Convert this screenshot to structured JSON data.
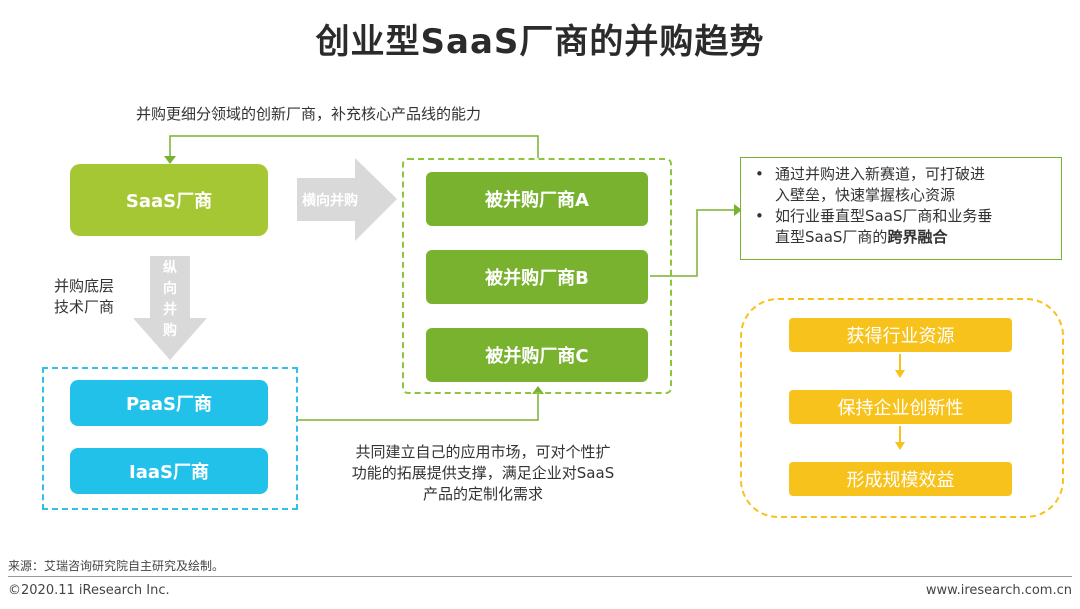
{
  "title": "创业型SaaS厂商的并购趋势",
  "top_note": "并购更细分领域的创新厂商，补充核心产品线的能力",
  "saas_box": "SaaS厂商",
  "horizontal_arrow": "横向并购",
  "vertical_arrow_chars": [
    "纵",
    "向",
    "并",
    "购"
  ],
  "left_note_line1": "并购底层",
  "left_note_line2": "技术厂商",
  "acquired": [
    "被并购厂商A",
    "被并购厂商B",
    "被并购厂商C"
  ],
  "infra": [
    "PaaS厂商",
    "IaaS厂商"
  ],
  "bottom_note": [
    "共同建立自己的应用市场，可对个性扩",
    "功能的拓展提供支撑，满足企业对SaaS",
    "产品的定制化需求"
  ],
  "bullets": {
    "b1_line1": "通过并购进入新赛道，可打破进",
    "b1_line2": "入壁垒，快速掌握核心资源",
    "b2_line1": "如行业垂直型SaaS厂商和业务垂",
    "b2_line2_prefix": "直型SaaS厂商的",
    "b2_line2_bold": "跨界融合"
  },
  "benefits": [
    "获得行业资源",
    "保持企业创新性",
    "形成规模效益"
  ],
  "source": "来源：艾瑞咨询研究院自主研究及绘制。",
  "copyright": "©2020.11 iResearch Inc.",
  "website": "www.iresearch.com.cn",
  "colors": {
    "light_green": "#a5c733",
    "green": "#78b22e",
    "blue": "#22c1ea",
    "yellow": "#f7c21b",
    "gray_arrow": "#d9d9d9"
  }
}
